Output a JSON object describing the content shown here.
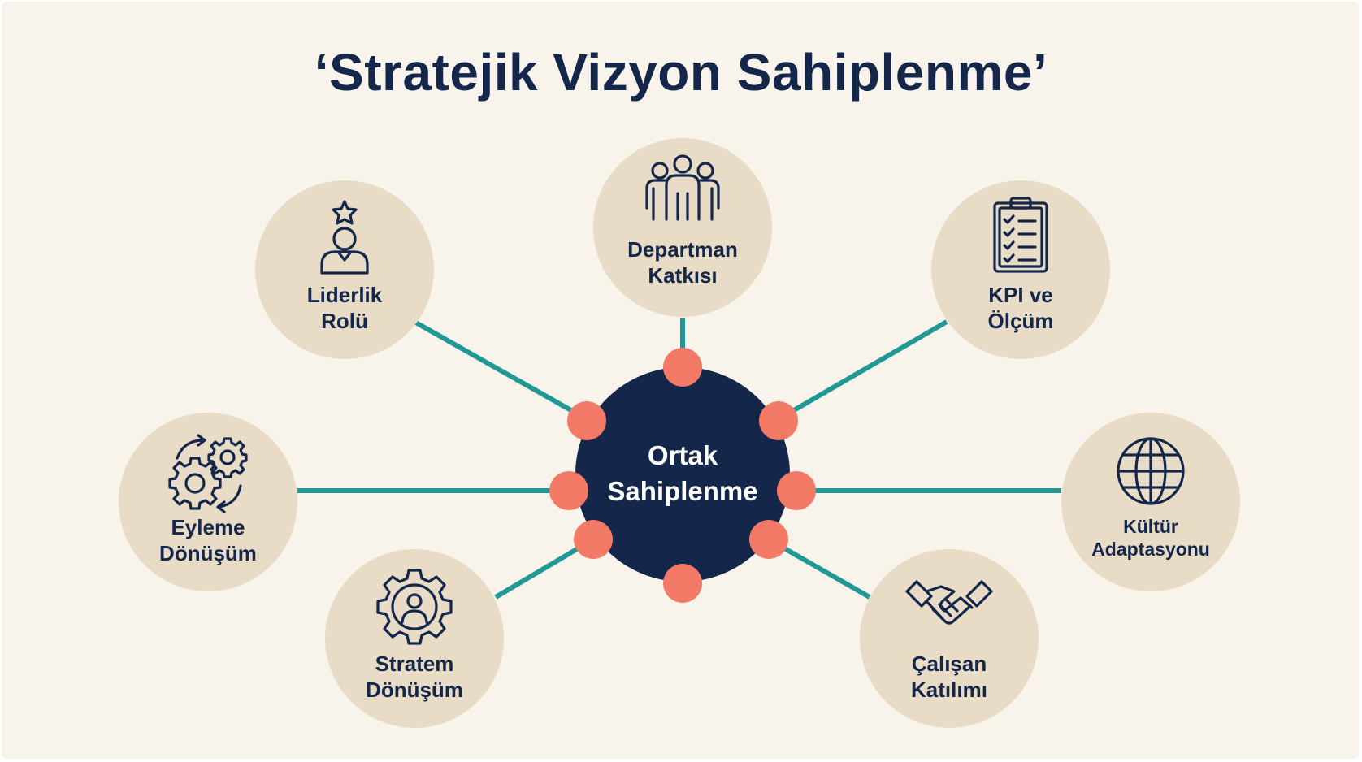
{
  "title": "‘Stratejik Vizyon Sahiplenme’",
  "center": {
    "line1": "Ortak",
    "line2": "Sahiplenme"
  },
  "nodes": [
    {
      "line1": "Departman",
      "line2": "Katkısı",
      "icon": "people-group-icon"
    },
    {
      "line1": "KPI ve",
      "line2": "Ölçüm",
      "icon": "clipboard-checklist-icon"
    },
    {
      "line1": "Kültür",
      "line2": "Adaptasyonu",
      "icon": "globe-icon"
    },
    {
      "line1": "Çalışan",
      "line2": "Katılımı",
      "icon": "handshake-icon"
    },
    {
      "line1": "Stratem",
      "line2": "Dönüşüm",
      "icon": "gear-person-icon"
    },
    {
      "line1": "Eyleme",
      "line2": "Dönüşüm",
      "icon": "gears-cycle-icon"
    },
    {
      "line1": "Liderlik",
      "line2": "Rolü",
      "icon": "leader-star-icon"
    }
  ],
  "colors": {
    "background": "#f8f4ec",
    "node_fill": "#e8dcc6",
    "center_fill": "#14264a",
    "connector": "#1f9896",
    "dot": "#f27a66",
    "text": "#14264a"
  }
}
